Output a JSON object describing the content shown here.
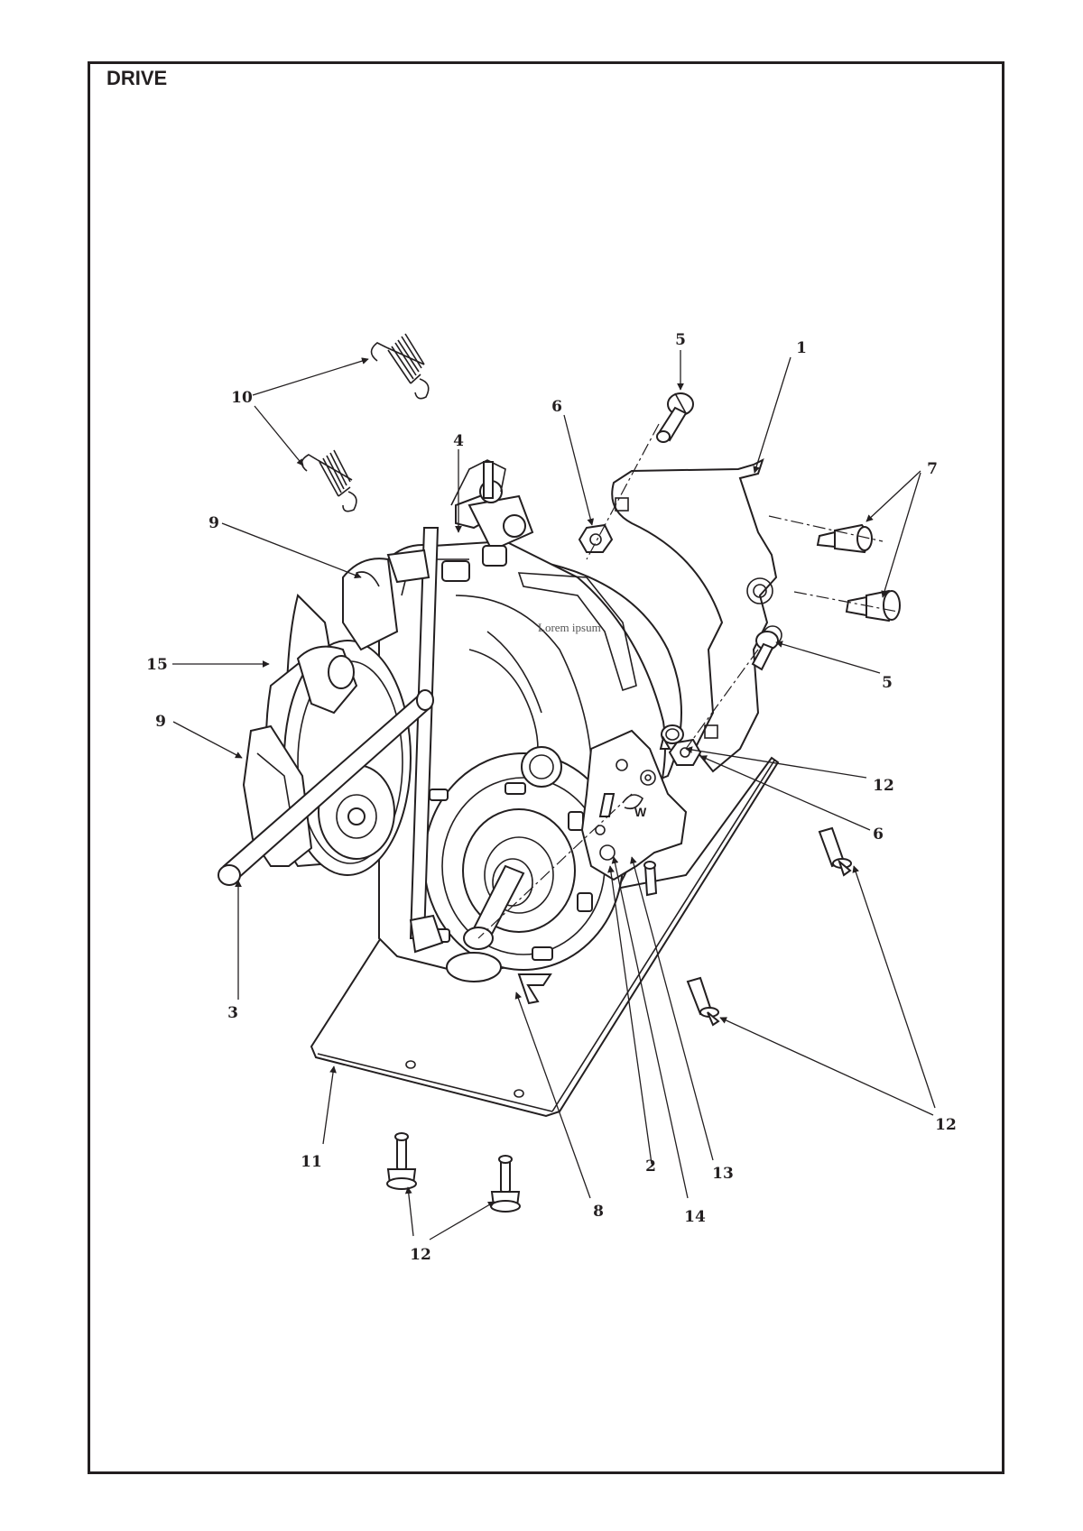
{
  "page": {
    "section_title": "DRIVE",
    "watermark": "Lorem ipsum"
  },
  "diagram": {
    "callouts": [
      {
        "id": "c-1",
        "label": "1"
      },
      {
        "id": "c-2",
        "label": "2"
      },
      {
        "id": "c-3",
        "label": "3"
      },
      {
        "id": "c-4",
        "label": "4"
      },
      {
        "id": "c-5a",
        "label": "5"
      },
      {
        "id": "c-5b",
        "label": "5"
      },
      {
        "id": "c-6a",
        "label": "6"
      },
      {
        "id": "c-6b",
        "label": "6"
      },
      {
        "id": "c-7",
        "label": "7"
      },
      {
        "id": "c-8",
        "label": "8"
      },
      {
        "id": "c-9a",
        "label": "9"
      },
      {
        "id": "c-9b",
        "label": "9"
      },
      {
        "id": "c-10",
        "label": "10"
      },
      {
        "id": "c-11",
        "label": "11"
      },
      {
        "id": "c-12a",
        "label": "12"
      },
      {
        "id": "c-12b",
        "label": "12"
      },
      {
        "id": "c-12c",
        "label": "12"
      },
      {
        "id": "c-13",
        "label": "13"
      },
      {
        "id": "c-14",
        "label": "14"
      },
      {
        "id": "c-15",
        "label": "15"
      }
    ]
  }
}
